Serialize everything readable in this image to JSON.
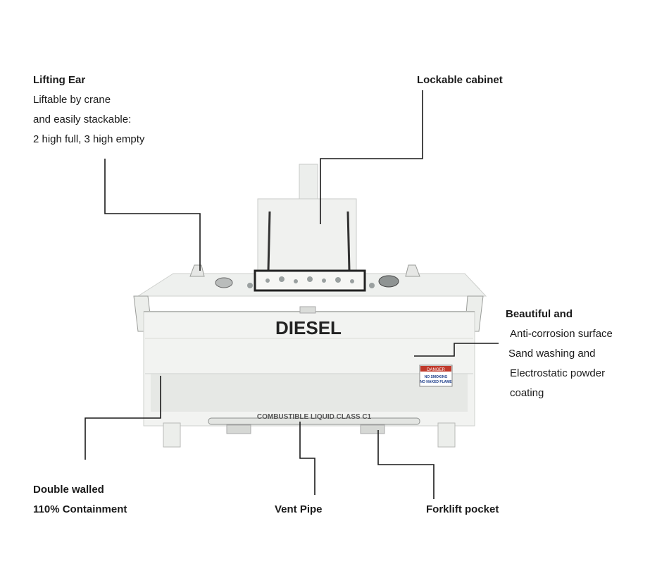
{
  "callouts": {
    "lifting_ear": {
      "title": "Lifting Ear",
      "lines": [
        "Liftable by crane",
        "and easily stackable:",
        "2 high full, 3 high empty"
      ]
    },
    "lockable_cabinet": {
      "title": "Lockable cabinet"
    },
    "beautiful": {
      "title": "Beautiful and",
      "lines": [
        "Anti-corrosion surface",
        "Sand washing and",
        "Electrostatic powder",
        "coating"
      ]
    },
    "double_walled": {
      "title": "Double walled",
      "line2": "110% Containment"
    },
    "vent_pipe": {
      "title": "Vent Pipe"
    },
    "forklift_pocket": {
      "title": "Forklift pocket"
    }
  },
  "tank": {
    "main_label": "DIESEL",
    "sign_title": "DANGER",
    "sign_line1": "NO SMOKING",
    "sign_line2": "NO NAKED FLAME",
    "bottom_text": "COMBUSTIBLE LIQUID CLASS C1"
  },
  "colors": {
    "line": "#1a1a1a",
    "tank_body": "#f2f3f1",
    "tank_shadow": "#dcdedb",
    "sign_red": "#c0392b"
  }
}
